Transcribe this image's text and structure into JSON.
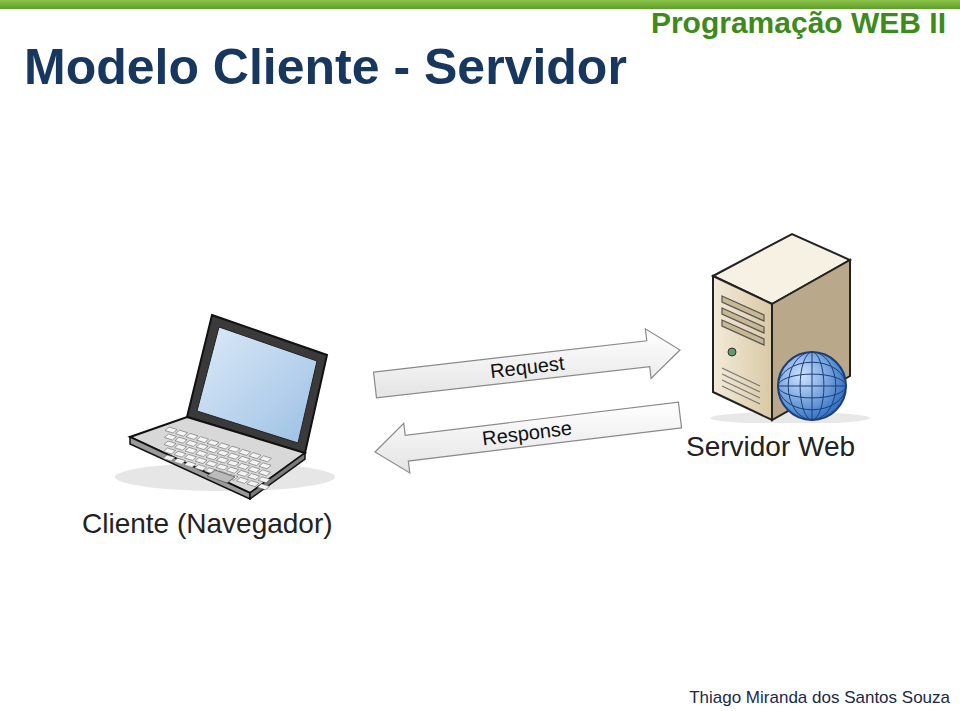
{
  "diagram": {
    "title": "Modelo Cliente - Servidor",
    "nodes": [
      {
        "text": [
          "Cliente (Navegador)"
        ]
      },
      {
        "text": [
          "Servidor Web"
        ]
      }
    ],
    "edges": [
      {
        "from": 0,
        "to": 1,
        "label": "Request",
        "arrow": "to"
      },
      {
        "from": 1,
        "to": 0,
        "label": "Response",
        "arrow": "to"
      }
    ],
    "labels": [
      "Programação WEB II",
      "Thiago Miranda dos Santos Souza"
    ]
  }
}
